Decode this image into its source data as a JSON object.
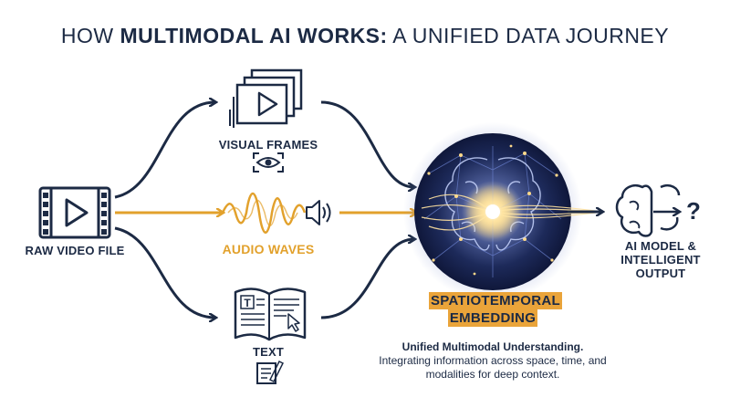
{
  "title": {
    "prefix": "HOW ",
    "bold": "MULTIMODAL AI WORKS:",
    "suffix": " A UNIFIED DATA JOURNEY"
  },
  "nodes": {
    "raw_video": "RAW VIDEO FILE",
    "visual_frames": "VISUAL FRAMES",
    "audio_waves": "AUDIO WAVES",
    "text": "TEXT",
    "embedding_line1": "SPATIOTEMPORAL",
    "embedding_line2": "EMBEDDING",
    "output": "AI MODEL & INTELLIGENT OUTPUT",
    "output_symbol": "?"
  },
  "caption": {
    "title": "Unified Multimodal Understanding.",
    "body": "Integrating information across space, time, and modalities for deep context."
  },
  "colors": {
    "navy": "#1c2a44",
    "gold": "#e2a12c"
  }
}
